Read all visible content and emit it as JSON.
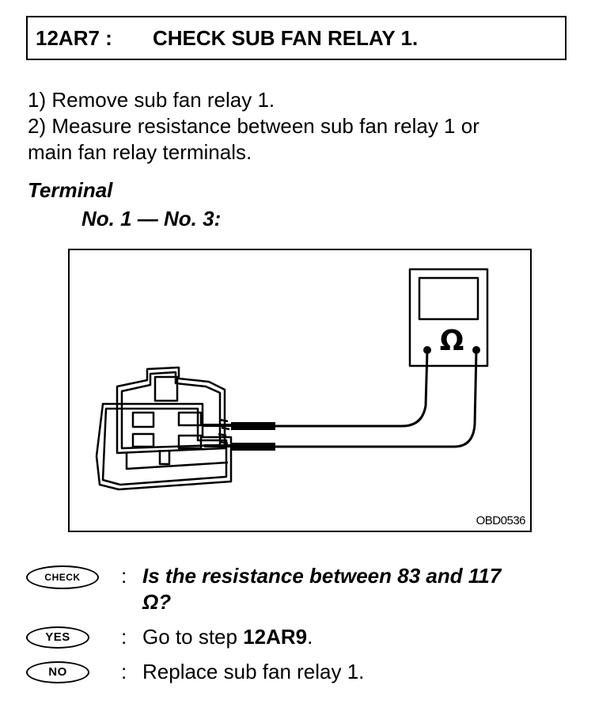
{
  "header": {
    "code": "12AR7 :",
    "title": "CHECK SUB FAN RELAY 1."
  },
  "instructions": [
    "1)  Remove sub fan relay 1.",
    "2)  Measure resistance between sub fan relay 1 or",
    "main fan relay terminals."
  ],
  "terminal": {
    "label": "Terminal",
    "pair": "No. 1 — No. 3:"
  },
  "figure": {
    "meter_symbol": "Ω",
    "figure_id": "OBD0536"
  },
  "results": {
    "check": {
      "badge": "CHECK",
      "colon": ":",
      "line1": "Is the resistance between 83 and 117",
      "line2": "Ω?"
    },
    "yes": {
      "badge": "YES",
      "colon": ":",
      "text_prefix": "Go to step ",
      "text_step": "12AR9",
      "text_suffix": "."
    },
    "no": {
      "badge": "NO",
      "colon": ":",
      "text": "Replace sub fan relay 1."
    }
  }
}
